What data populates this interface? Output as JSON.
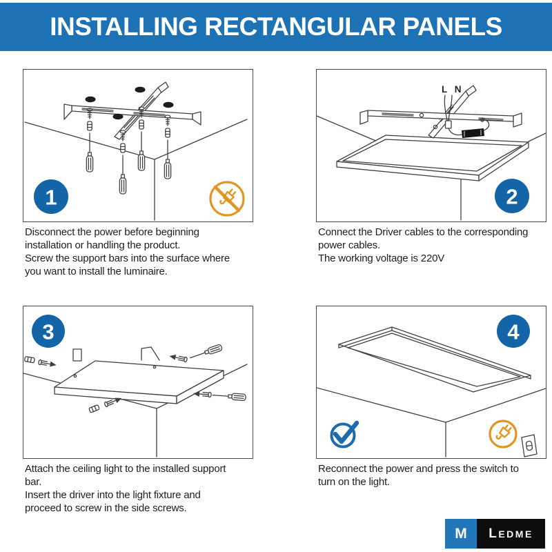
{
  "header": {
    "title": "INSTALLING RECTANGULAR PANELS"
  },
  "steps": [
    {
      "number": "1",
      "caption": "Disconnect the power before beginning\ninstallation or handling the product.\nScrew the support bars into the surface where\nyou want to install the luminaire.",
      "badge_position": "bottom-left",
      "icons": [
        "no-power-icon"
      ]
    },
    {
      "number": "2",
      "caption": "Connect the Driver cables to the corresponding\npower cables.\nThe working voltage is 220V",
      "badge_position": "bottom-right",
      "wire_label": "L N",
      "icons": []
    },
    {
      "number": "3",
      "caption": "Attach the ceiling light to the installed support\nbar.\nInsert the driver into the light fixture and\nproceed to screw in the side screws.",
      "badge_position": "top-left",
      "icons": []
    },
    {
      "number": "4",
      "caption": "Reconnect the power and press the switch to\nturn on the light.",
      "badge_position": "top-right",
      "icons": [
        "check-icon",
        "plug-icon",
        "light-switch-icon"
      ]
    }
  ],
  "logo": {
    "monogram": "M",
    "brand": "LEDME"
  },
  "colors": {
    "header_bg": "#1c72b4",
    "badge_blue": "#1465a7",
    "accent_orange": "#e2961f",
    "check_blue": "#1b6bad",
    "line_gray": "#404040",
    "logo_blue": "#2276ba",
    "logo_black": "#0d0d10"
  }
}
